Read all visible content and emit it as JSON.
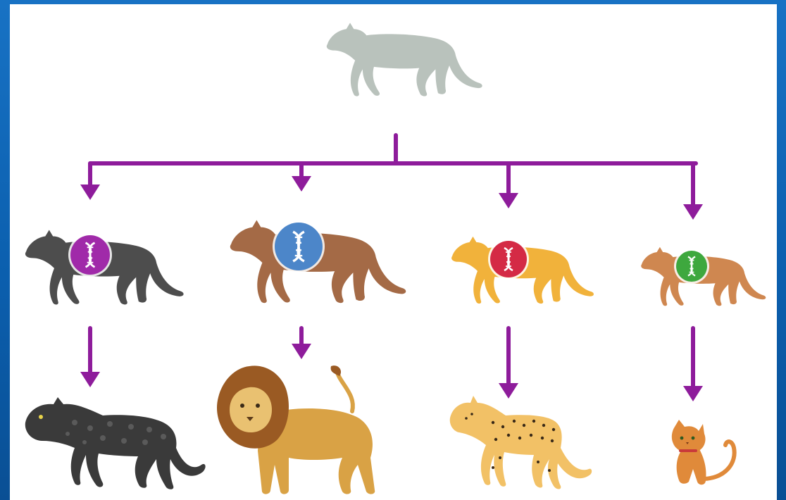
{
  "colors": {
    "frame": "#0b5fae",
    "panel": "#ffffff",
    "arrow": "#8e1c9b",
    "ancestor": "#b9c2bc",
    "branches": [
      {
        "body": "#4d4d4d",
        "dna_ring": "#a02aa9",
        "dna": "#d58adc"
      },
      {
        "body": "#a46a46",
        "dna_ring": "#4c86c9",
        "dna": "#a6c6ea"
      },
      {
        "body": "#f1b23b",
        "dna_ring": "#d42a45",
        "dna": "#f08a9b"
      },
      {
        "body": "#cf8750",
        "dna_ring": "#3ea83e",
        "dna": "#9bd88d"
      }
    ],
    "descendants": {
      "panther": "#3b3b3b",
      "lion": "#d9a245",
      "lion_mane": "#9a5a23",
      "cheetah": "#f2c166",
      "house_cat": "#e08a3a"
    }
  },
  "diagram": {
    "ancestor": {
      "icon": "ancestral-feline-silhouette"
    },
    "branches": [
      {
        "icon": "dark-grey-feline-with-dna-badge",
        "descendant_icon": "black-panther"
      },
      {
        "icon": "brown-feline-with-dna-badge",
        "descendant_icon": "lion"
      },
      {
        "icon": "yellow-feline-with-dna-badge",
        "descendant_icon": "cheetah"
      },
      {
        "icon": "orange-feline-with-dna-badge",
        "descendant_icon": "house-cat"
      }
    ]
  }
}
